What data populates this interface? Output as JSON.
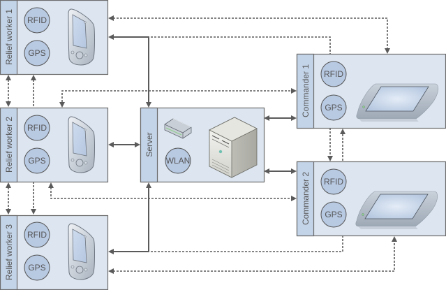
{
  "nodes": {
    "relief_worker_1": {
      "title": "Relief worker 1",
      "rfid": "RFID",
      "gps": "GPS"
    },
    "relief_worker_2": {
      "title": "Relief worker 2",
      "rfid": "RFID",
      "gps": "GPS"
    },
    "relief_worker_3": {
      "title": "Relief worker 3",
      "rfid": "RFID",
      "gps": "GPS"
    },
    "server": {
      "title": "Server",
      "wlan": "WLAN"
    },
    "commander_1": {
      "title": "Commander 1",
      "rfid": "RFID",
      "gps": "GPS"
    },
    "commander_2": {
      "title": "Commander 2",
      "rfid": "RFID",
      "gps": "GPS"
    }
  },
  "legend_icons": {
    "pda": "pda-device-icon",
    "tablet": "tablet-device-icon",
    "router": "router-icon",
    "server_tower": "server-tower-icon"
  },
  "colors": {
    "box_fill": "#dce5f0",
    "strip_fill": "#c4d4e8",
    "circle_fill": "#b8c9e2",
    "line": "#5a5a5a"
  }
}
